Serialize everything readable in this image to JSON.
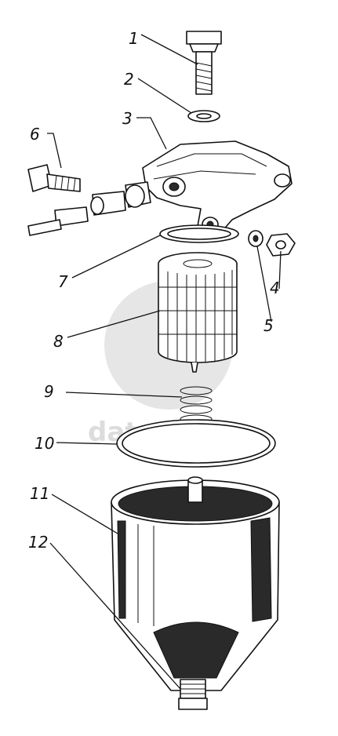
{
  "figure": {
    "watermark_text": "data-parts",
    "colors": {
      "ink": "#111111",
      "paper": "#ffffff",
      "watermark": "#d9d9d9"
    }
  },
  "callouts": [
    {
      "id": "c1",
      "label": "1",
      "part": "bolt"
    },
    {
      "id": "c2",
      "label": "2",
      "part": "washer"
    },
    {
      "id": "c3",
      "label": "3",
      "part": "filter-housing"
    },
    {
      "id": "c4",
      "label": "4",
      "part": "nut"
    },
    {
      "id": "c5",
      "label": "5",
      "part": "lock-washer"
    },
    {
      "id": "c6",
      "label": "6",
      "part": "hollow-bolt"
    },
    {
      "id": "c7",
      "label": "7",
      "part": "gasket"
    },
    {
      "id": "c8",
      "label": "8",
      "part": "filter-element"
    },
    {
      "id": "c9",
      "label": "9",
      "part": "spring"
    },
    {
      "id": "c10",
      "label": "10",
      "part": "sealing-ring"
    },
    {
      "id": "c11",
      "label": "11",
      "part": "bowl"
    },
    {
      "id": "c12",
      "label": "12",
      "part": "drain-plug"
    }
  ]
}
